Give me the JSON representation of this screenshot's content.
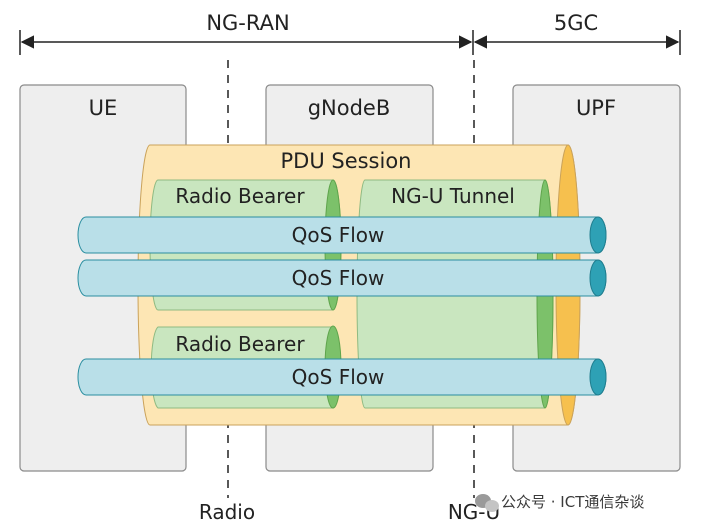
{
  "top_labels": {
    "ng_ran": "NG-RAN",
    "fivegc": "5GC"
  },
  "nodes": {
    "ue": "UE",
    "gnodeb": "gNodeB",
    "upf": "UPF"
  },
  "pdu_session": "PDU Session",
  "radio_bearer_1": "Radio Bearer",
  "radio_bearer_2": "Radio Bearer",
  "ngu_tunnel": "NG-U Tunnel",
  "qos_flows": [
    "QoS Flow",
    "QoS Flow",
    "QoS Flow"
  ],
  "bottom_labels": {
    "radio": "Radio",
    "ngu": "NG-U"
  },
  "watermark": "公众号 · ICT通信杂谈",
  "colors": {
    "node_fill": "#eeeeee",
    "node_stroke": "#8a8a8a",
    "pdu_fill": "#fde6b4",
    "pdu_end": "#f6c04e",
    "bearer_fill": "#c9e6bf",
    "bearer_end": "#7cc16a",
    "qos_fill": "#b9dfe8",
    "qos_end": "#2ea1b5"
  }
}
